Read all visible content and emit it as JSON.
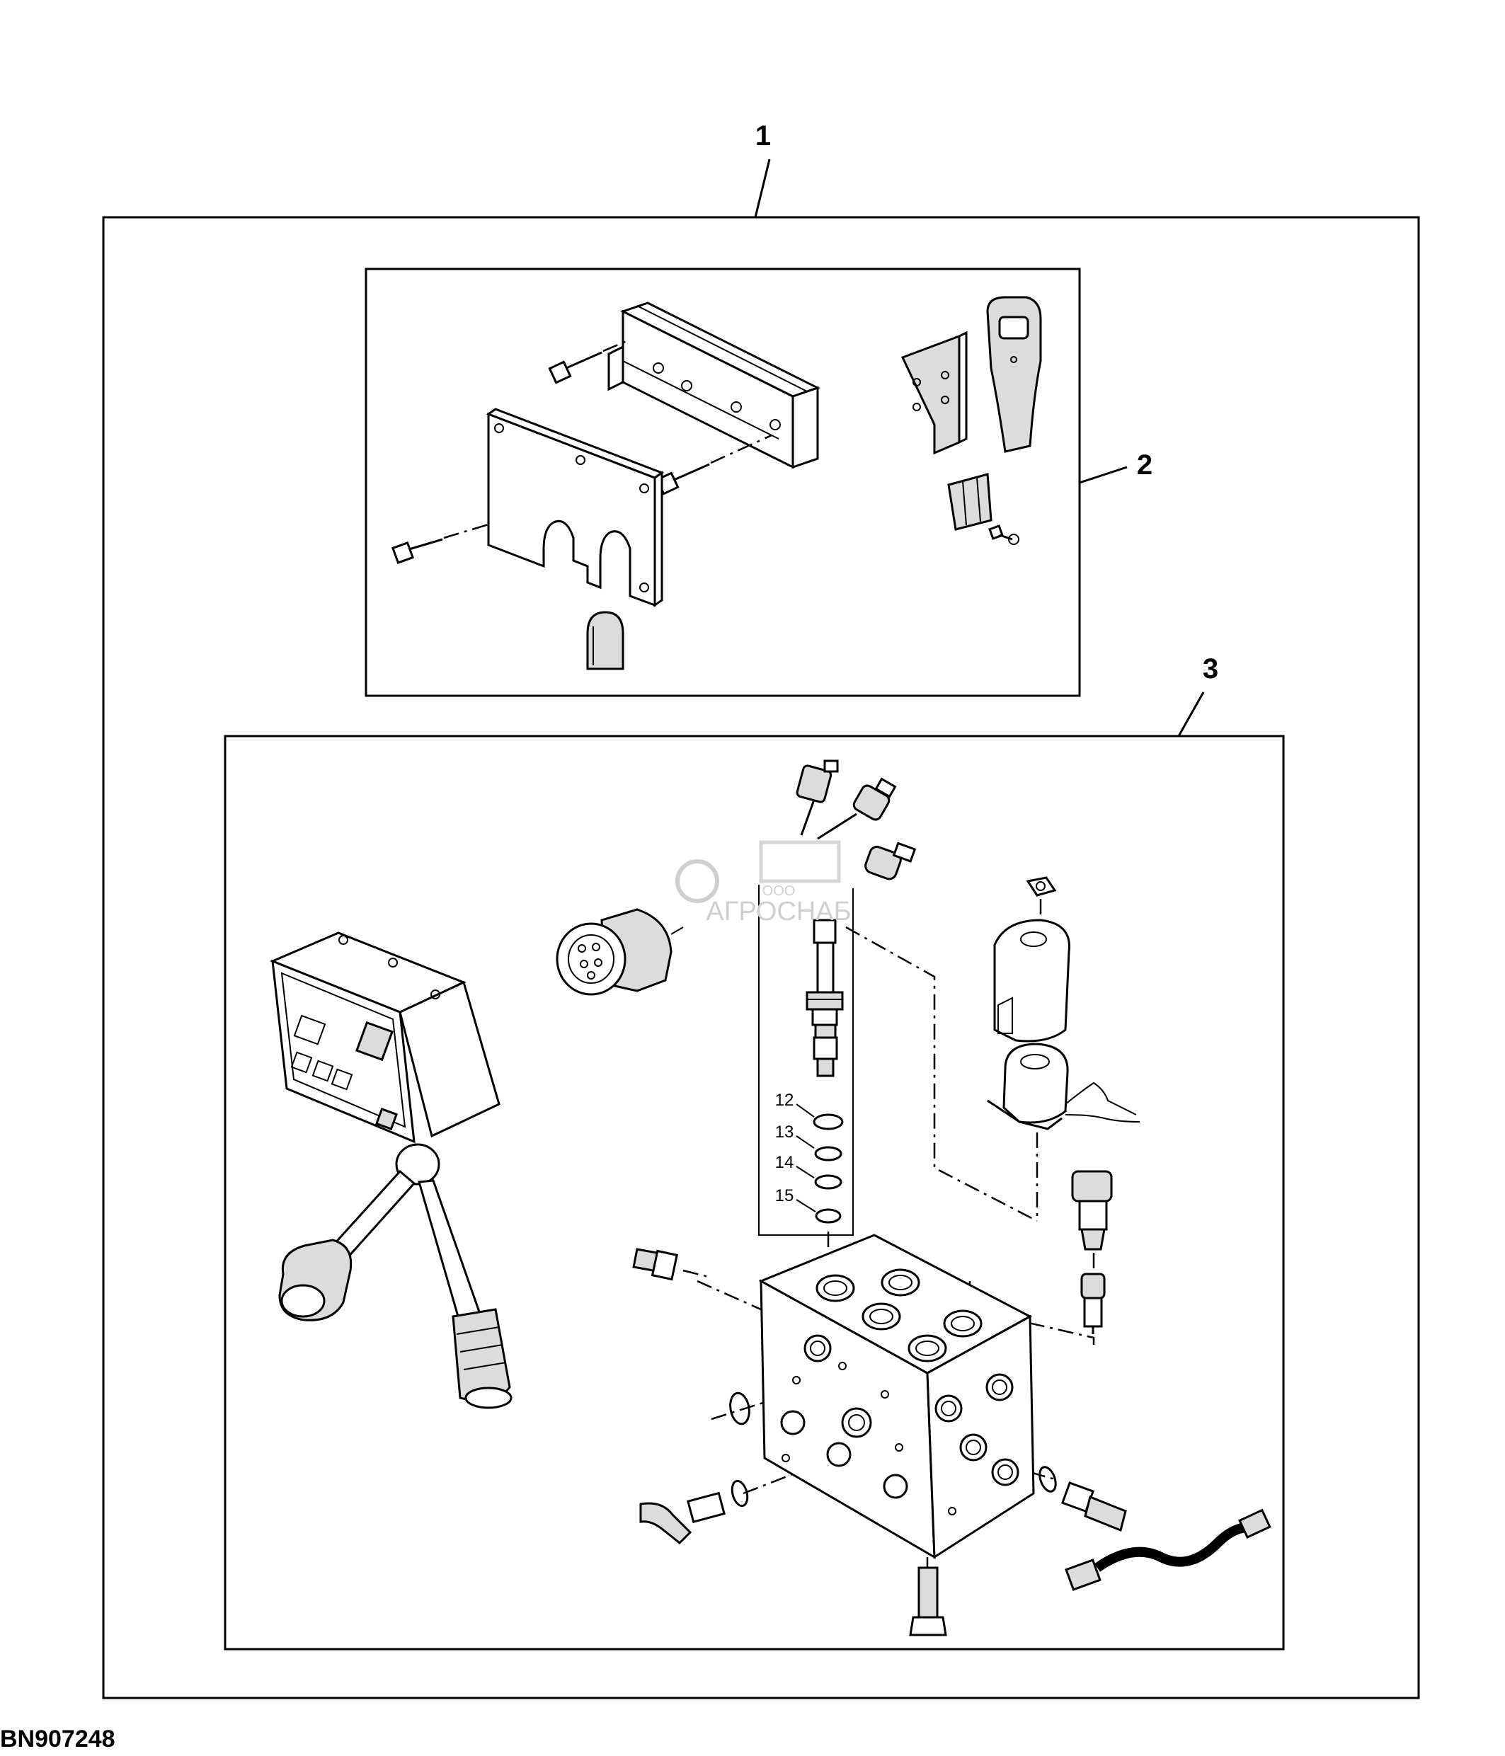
{
  "figure_id": "BN907248",
  "callouts": {
    "c1": "1",
    "c2": "2",
    "c3": "3"
  },
  "small_callouts": [
    "12",
    "13",
    "14",
    "15"
  ],
  "watermark": {
    "small": "ООО",
    "brand": "АГРОСНАБ"
  }
}
